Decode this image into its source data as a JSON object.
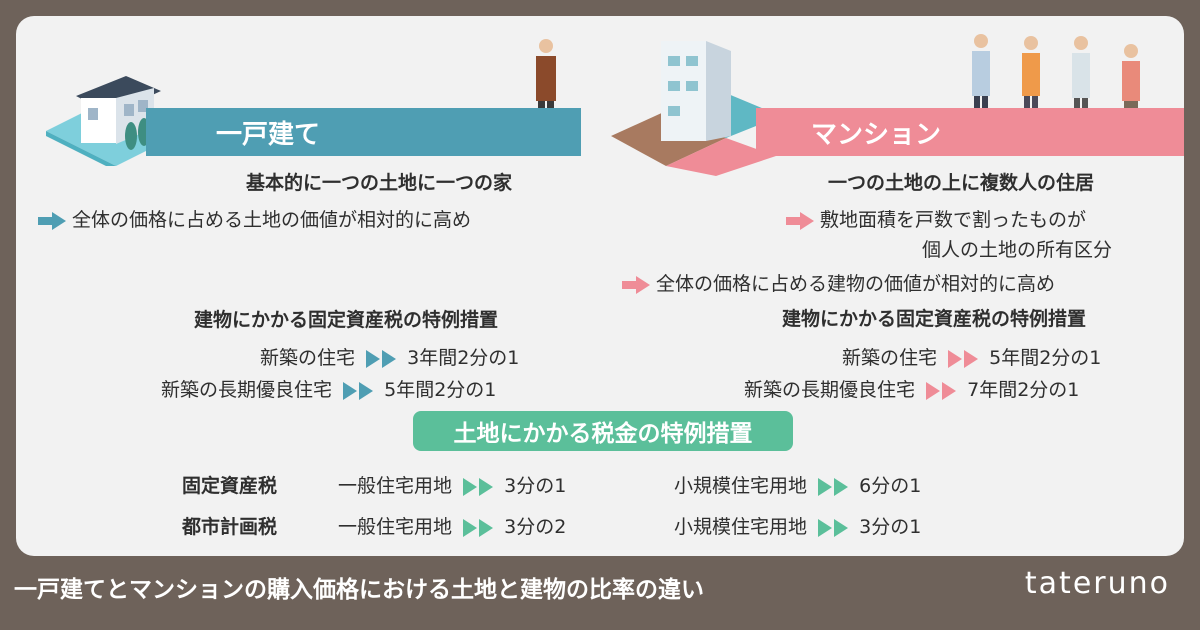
{
  "house": {
    "title": "一戸建て",
    "heading": "基本的に一つの土地に一つの家",
    "point1": "全体の価格に占める土地の価値が相対的に高め",
    "tax_heading": "建物にかかる固定資産税の特例措置",
    "row1_label": "新築の住宅",
    "row1_value": "3年間2分の1",
    "row2_label": "新築の長期優良住宅",
    "row2_value": "5年間2分の1"
  },
  "mansion": {
    "title": "マンション",
    "heading": "一つの土地の上に複数人の住居",
    "point1_line1": "敷地面積を戸数で割ったものが",
    "point1_line2": "個人の土地の所有区分",
    "point2": "全体の価格に占める建物の価値が相対的に高め",
    "tax_heading": "建物にかかる固定資産税の特例措置",
    "row1_label": "新築の住宅",
    "row1_value": "5年間2分の1",
    "row2_label": "新築の長期優良住宅",
    "row2_value": "7年間2分の1"
  },
  "land_tax": {
    "title": "土地にかかる税金の特例措置",
    "rows": [
      {
        "tax": "固定資産税",
        "general_label": "一般住宅用地",
        "general_value": "3分の1",
        "small_label": "小規模住宅用地",
        "small_value": "6分の1"
      },
      {
        "tax": "都市計画税",
        "general_label": "一般住宅用地",
        "general_value": "3分の2",
        "small_label": "小規模住宅用地",
        "small_value": "3分の1"
      }
    ]
  },
  "footer": {
    "caption": "一戸建てとマンションの購入価格における土地と建物の比率の違い",
    "brand": "tateruno"
  },
  "colors": {
    "house_accent": "#4f9eb3",
    "mansion_accent": "#ef8c97",
    "land_accent": "#5bbf9a",
    "background": "#6e625a"
  }
}
